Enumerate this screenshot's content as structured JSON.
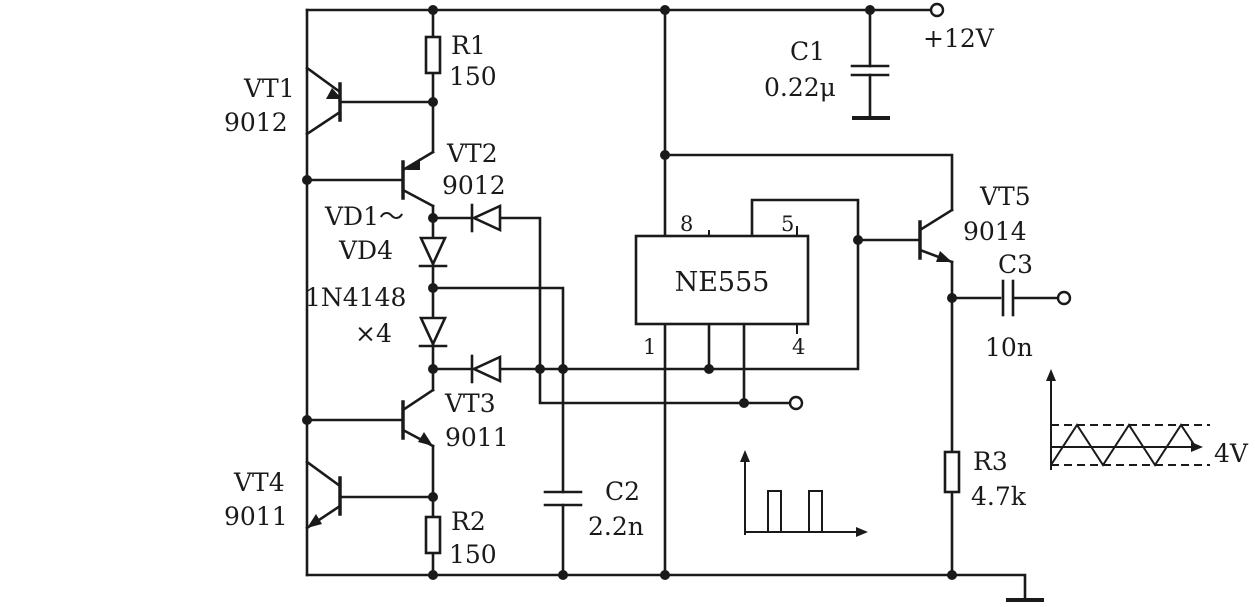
{
  "supply": {
    "label": "+12V"
  },
  "output_amplitude": {
    "label": "4V"
  },
  "ic": {
    "name": "NE555",
    "pin8": "8",
    "pin5": "5",
    "pin1": "1",
    "pin4": "4"
  },
  "components": {
    "r1": {
      "ref": "R1",
      "value": "150"
    },
    "r2": {
      "ref": "R2",
      "value": "150"
    },
    "r3": {
      "ref": "R3",
      "value": "4.7k"
    },
    "c1": {
      "ref": "C1",
      "value": "0.22μ"
    },
    "c2": {
      "ref": "C2",
      "value": "2.2n"
    },
    "c3": {
      "ref": "C3",
      "value": "10n"
    },
    "vt1": {
      "ref": "VT1",
      "type": "9012"
    },
    "vt2": {
      "ref": "VT2",
      "type": "9012"
    },
    "vt3": {
      "ref": "VT3",
      "type": "9011"
    },
    "vt4": {
      "ref": "VT4",
      "type": "9011"
    },
    "vt5": {
      "ref": "VT5",
      "type": "9014"
    },
    "diodes": {
      "ref_line1": "VD1～",
      "ref_line2": "VD4",
      "type": "1N4148",
      "count": "×4"
    }
  }
}
